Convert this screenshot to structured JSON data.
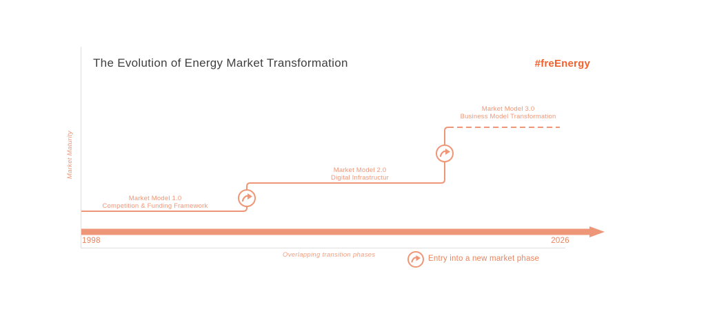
{
  "header": {
    "title": "The Evolution of Energy Market Transformation",
    "brand": "#freEnergy"
  },
  "axis": {
    "y_label": "Market Maturity",
    "start_year": "1998",
    "end_year": "2026"
  },
  "phases": [
    {
      "name": "Market Model 1.0",
      "desc": "Competition & Funding Framework",
      "line_style": "solid"
    },
    {
      "name": "Market Model 2.0",
      "desc": "Digital Infrastructur",
      "line_style": "solid"
    },
    {
      "name": "Market Model 3.0",
      "desc": "Business Model Transformation",
      "line_style": "dashed"
    }
  ],
  "legend": {
    "overlap_note": "Overlapping transition phases",
    "entry_icon": "curved-arrow-circle-icon",
    "entry_note": "Entry into a new market phase"
  },
  "colors": {
    "accent": "#EF9677",
    "accent_strong": "#E8845F",
    "brand": "#F2612D",
    "title_text": "#3E3E3E",
    "frame": "#DEDEDE",
    "timeline_bar": "#EE9778"
  }
}
